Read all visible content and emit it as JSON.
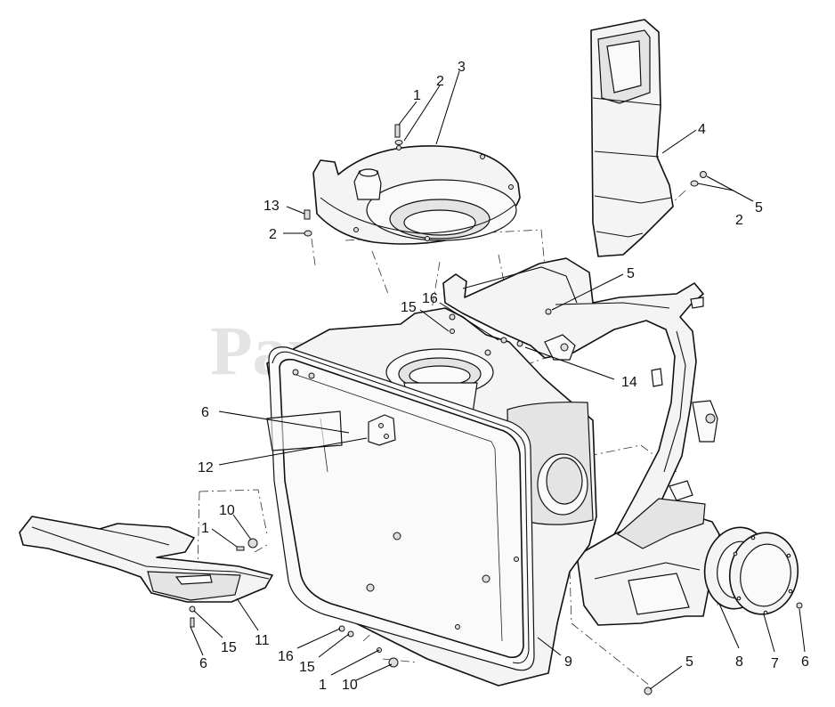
{
  "watermark": "PartsTree",
  "callouts": [
    {
      "id": "c1a",
      "label": "1"
    },
    {
      "id": "c2a",
      "label": "2"
    },
    {
      "id": "c3",
      "label": "3"
    },
    {
      "id": "c4",
      "label": "4"
    },
    {
      "id": "c5a",
      "label": "5"
    },
    {
      "id": "c2b",
      "label": "2"
    },
    {
      "id": "c13",
      "label": "13"
    },
    {
      "id": "c2c",
      "label": "2"
    },
    {
      "id": "c5b",
      "label": "5"
    },
    {
      "id": "c16a",
      "label": "16"
    },
    {
      "id": "c15a",
      "label": "15"
    },
    {
      "id": "c14",
      "label": "14"
    },
    {
      "id": "c6a",
      "label": "6"
    },
    {
      "id": "c12",
      "label": "12"
    },
    {
      "id": "c10a",
      "label": "10"
    },
    {
      "id": "c1b",
      "label": "1"
    },
    {
      "id": "c15b",
      "label": "15"
    },
    {
      "id": "c6b",
      "label": "6"
    },
    {
      "id": "c11",
      "label": "11"
    },
    {
      "id": "c16b",
      "label": "16"
    },
    {
      "id": "c15c",
      "label": "15"
    },
    {
      "id": "c1c",
      "label": "1"
    },
    {
      "id": "c10b",
      "label": "10"
    },
    {
      "id": "c9",
      "label": "9"
    },
    {
      "id": "c5c",
      "label": "5"
    },
    {
      "id": "c8",
      "label": "8"
    },
    {
      "id": "c7",
      "label": "7"
    },
    {
      "id": "c6c",
      "label": "6"
    }
  ]
}
